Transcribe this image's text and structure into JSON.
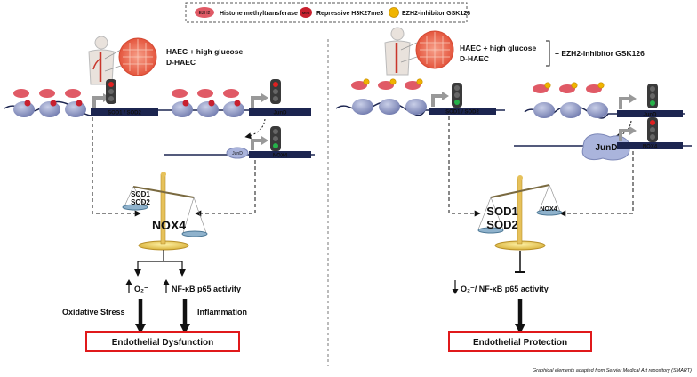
{
  "legend": {
    "ezh2_badge": "EZH2",
    "ezh2_label": "Histone methyltransferase",
    "me3_badge": "Me3",
    "me3_label": "Repressive H3K27me3",
    "inhibitor_label": "EZH2-inhibitor GSK126"
  },
  "left_panel": {
    "header_line1": "HAEC + high glucose",
    "header_line2": "D-HAEC",
    "gene_bar_1": "SOD1 / SOD2",
    "gene_bar_2": "JunD",
    "gene_bar_3": "NOX4",
    "jund_small": "JunD",
    "balance_left": [
      "SOD1",
      "SOD2"
    ],
    "balance_right": "NOX4",
    "outcome_o2": "O₂⁻",
    "outcome_nfkb": "NF-κB p65 activity",
    "effect_left": "Oxidative Stress",
    "effect_right": "Inflammation",
    "result": "Endothelial Dysfunction"
  },
  "right_panel": {
    "header_line1": "HAEC + high glucose",
    "header_line2": "D-HAEC",
    "treatment": "+ EZH2-inhibitor GSK126",
    "gene_bar_1": "SOD1 / SOD2",
    "gene_bar_2": "JunD",
    "gene_bar_3": "NOX4",
    "jund_protein": "JunD",
    "balance_left": [
      "SOD1",
      "SOD2"
    ],
    "balance_right": "NOX4",
    "outcome": "O₂⁻/ NF-κB p65 activity",
    "result": "Endothelial Protection"
  },
  "footer": "Graphical elements adapted from Servier Medical Art repository (SMART)",
  "colors": {
    "ezh2": "#e05a66",
    "me3": "#c8202e",
    "inhibitor": "#f0b400",
    "nucleosome": "#8c96c4",
    "gene_bar": "#1c2550",
    "result_border": "#e0191b"
  }
}
